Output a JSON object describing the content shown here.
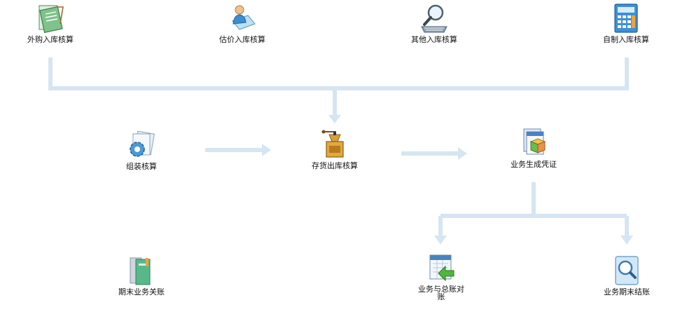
{
  "nodes": {
    "purchase_inbound": {
      "label": "外购入库核算",
      "icon": "ledger-icon"
    },
    "estimate_inbound": {
      "label": "估价入库核算",
      "icon": "user-document-icon"
    },
    "other_inbound": {
      "label": "其他入库核算",
      "icon": "magnifier-keyboard-icon"
    },
    "self_made_inbound": {
      "label": "自制入库核算",
      "icon": "calculator-icon"
    },
    "assembly": {
      "label": "组装核算",
      "icon": "gear-document-icon"
    },
    "outbound": {
      "label": "存货出库核算",
      "icon": "grinder-icon"
    },
    "voucher": {
      "label": "业务生成凭证",
      "icon": "calendar-box-icon"
    },
    "period_close": {
      "label": "期末业务关账",
      "icon": "books-icon"
    },
    "reconcile": {
      "label": "业务与总账对账",
      "icon": "calendar-arrow-icon"
    },
    "period_end": {
      "label": "业务期末结账",
      "icon": "search-document-icon"
    }
  },
  "colors": {
    "connector": "#d6e5f2"
  }
}
